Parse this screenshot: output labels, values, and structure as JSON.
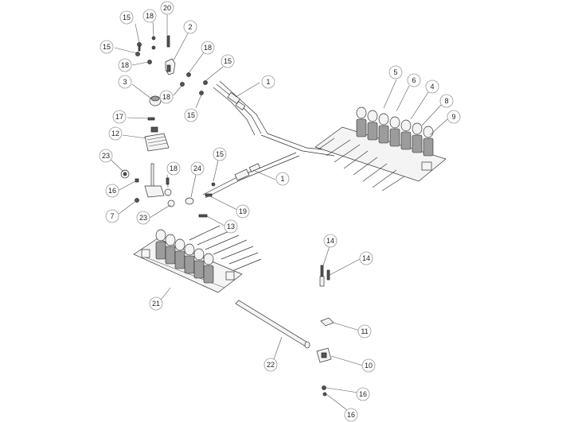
{
  "callouts": [
    {
      "id": "c20",
      "label": "20"
    },
    {
      "id": "c15a",
      "label": "15"
    },
    {
      "id": "c18a",
      "label": "18"
    },
    {
      "id": "c15b",
      "label": "15"
    },
    {
      "id": "c18b",
      "label": "18"
    },
    {
      "id": "c2",
      "label": "2"
    },
    {
      "id": "c18c",
      "label": "18"
    },
    {
      "id": "c15c",
      "label": "15"
    },
    {
      "id": "c3",
      "label": "3"
    },
    {
      "id": "c18d",
      "label": "18"
    },
    {
      "id": "c15d",
      "label": "15"
    },
    {
      "id": "c1a",
      "label": "1"
    },
    {
      "id": "c17",
      "label": "17"
    },
    {
      "id": "c12",
      "label": "12"
    },
    {
      "id": "c5",
      "label": "5"
    },
    {
      "id": "c6",
      "label": "6"
    },
    {
      "id": "c4",
      "label": "4"
    },
    {
      "id": "c8",
      "label": "8"
    },
    {
      "id": "c9",
      "label": "9"
    },
    {
      "id": "c15e",
      "label": "15"
    },
    {
      "id": "c23a",
      "label": "23"
    },
    {
      "id": "c18e",
      "label": "18"
    },
    {
      "id": "c24",
      "label": "24"
    },
    {
      "id": "c1b",
      "label": "1"
    },
    {
      "id": "c16a",
      "label": "16"
    },
    {
      "id": "c7",
      "label": "7"
    },
    {
      "id": "c23b",
      "label": "23"
    },
    {
      "id": "c19",
      "label": "19"
    },
    {
      "id": "c13",
      "label": "13"
    },
    {
      "id": "c14a",
      "label": "14"
    },
    {
      "id": "c14b",
      "label": "14"
    },
    {
      "id": "c21",
      "label": "21"
    },
    {
      "id": "c11",
      "label": "11"
    },
    {
      "id": "c22",
      "label": "22"
    },
    {
      "id": "c10",
      "label": "10"
    },
    {
      "id": "c16b",
      "label": "16"
    },
    {
      "id": "c16c",
      "label": "16"
    }
  ]
}
